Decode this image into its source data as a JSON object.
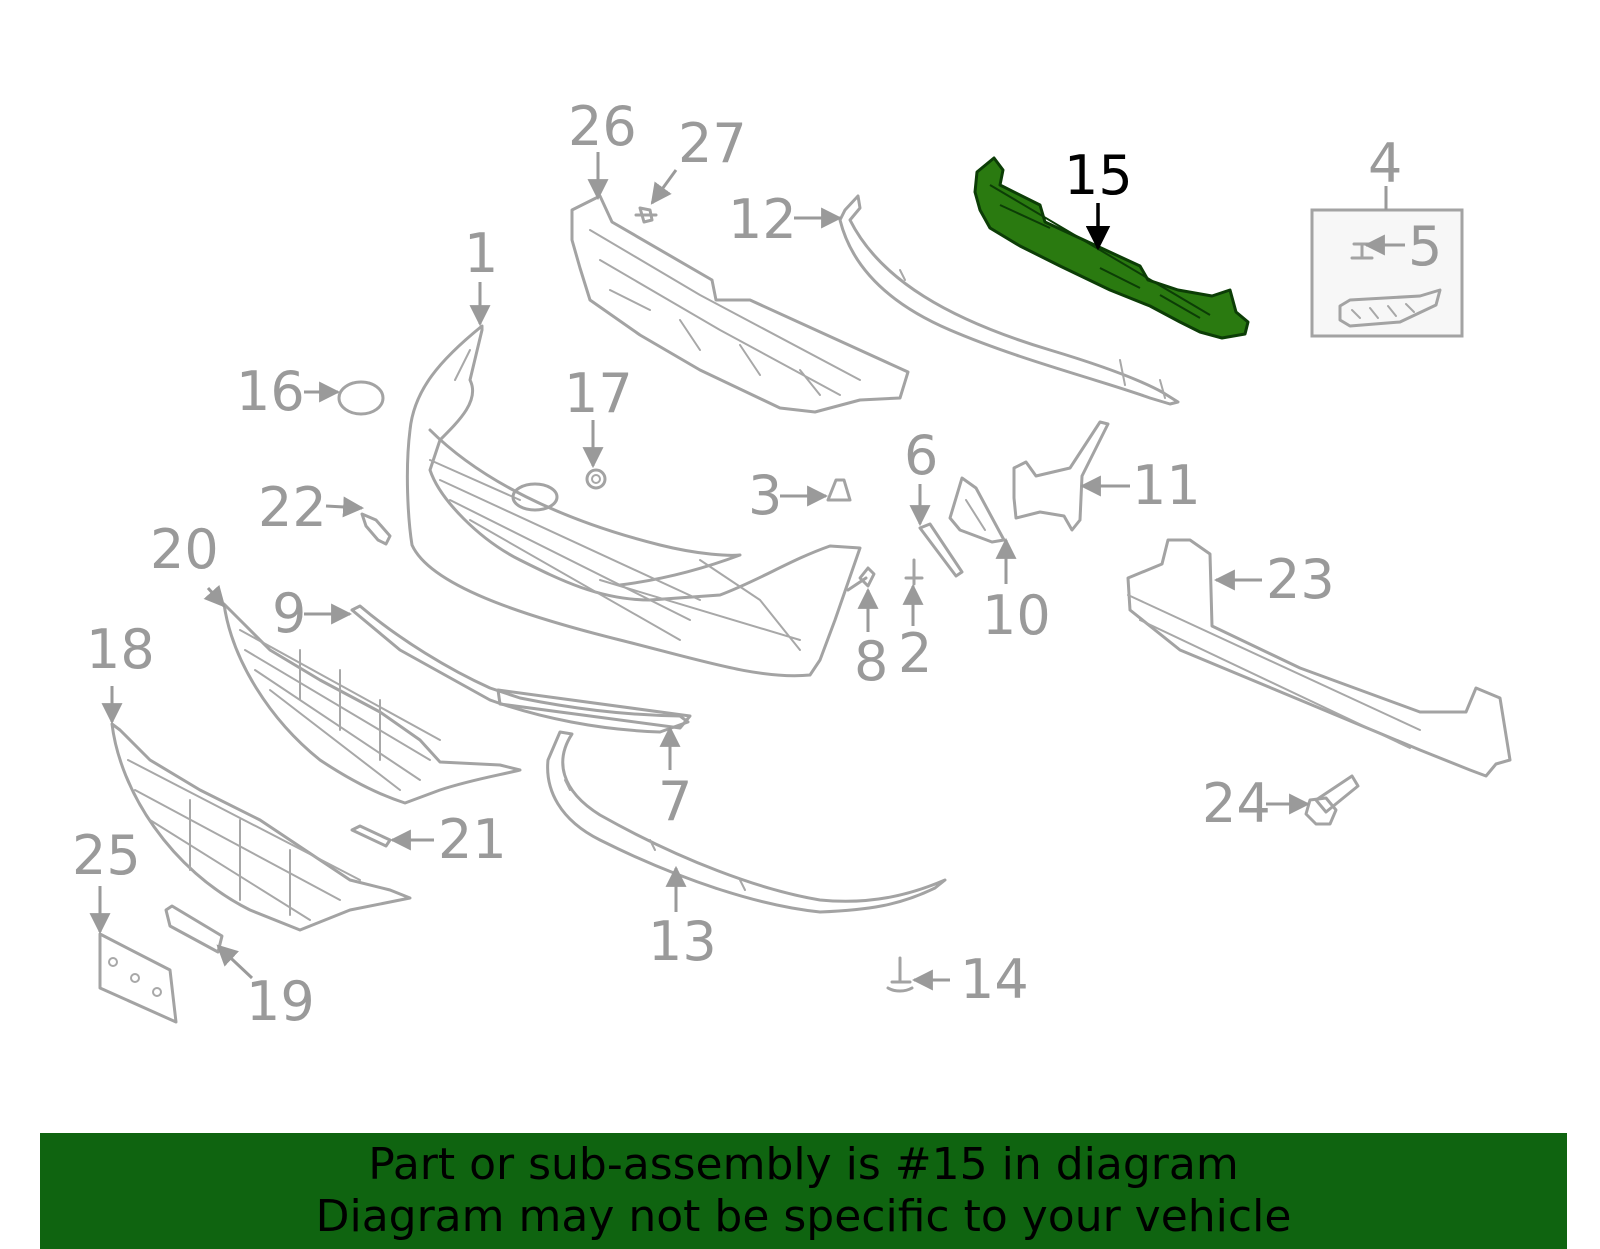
{
  "highlight_color": "#2a7a10",
  "banner_color": "#0f6410",
  "highlighted_part": "15",
  "callouts": [
    "26",
    "27",
    "12",
    "15",
    "4",
    "5",
    "1",
    "16",
    "17",
    "3",
    "6",
    "11",
    "22",
    "20",
    "9",
    "10",
    "8",
    "2",
    "23",
    "18",
    "7",
    "21",
    "24",
    "13",
    "25",
    "14",
    "19"
  ],
  "banner": {
    "line1": "Part or sub-assembly is #15 in diagram",
    "line2": "Diagram may not be specific to your vehicle"
  }
}
